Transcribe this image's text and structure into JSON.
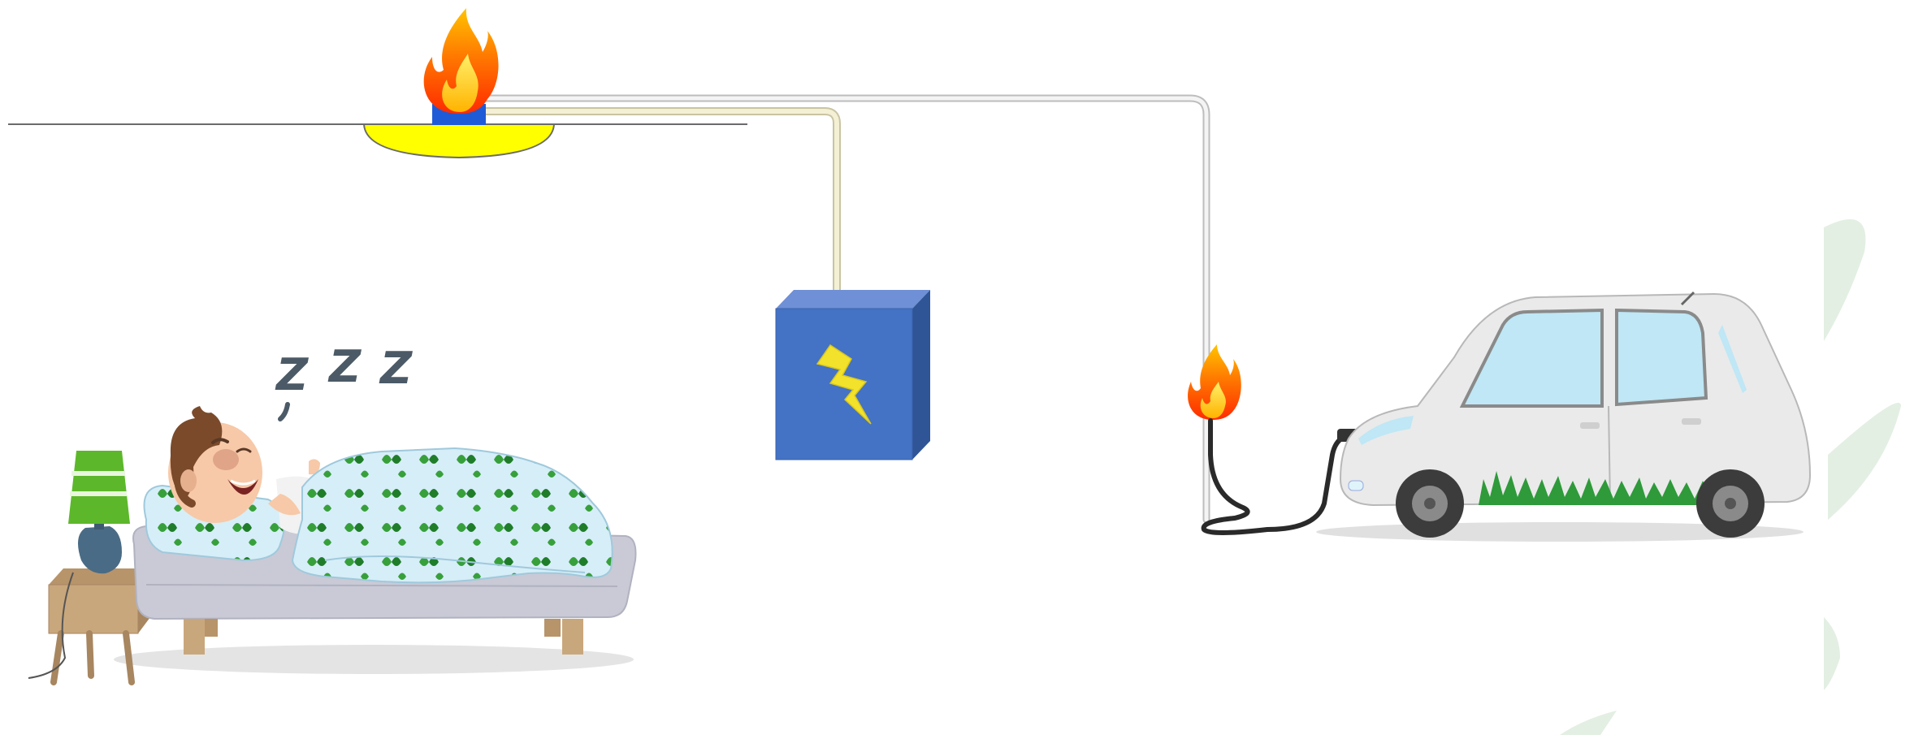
{
  "sleep_letters": [
    "Z",
    "Z",
    "Z"
  ],
  "colors": {
    "box": "#4472c4",
    "box_top": "#6f8fd6",
    "box_side": "#2f5597",
    "bolt": "#f2e22c",
    "ceiling_lamp": "#ffff00",
    "lamp_base": "#1f5bd6",
    "flame_outer": "#ff6a00",
    "flame_inner": "#ffd23a",
    "wire_to_box": "#e9e6c8",
    "wire_to_charger": "#d9d9d9",
    "car_body": "#eaeaea",
    "car_window": "#bfe7f5",
    "grass": "#2e9a3a",
    "blanket": "#cfeaf7",
    "leaf": "#3aa33d",
    "table_lamp_shade": "#5cb82a",
    "table_lamp_base": "#4a6b85",
    "nightstand": "#c9a77c",
    "bed_frame": "#c9cad6",
    "bed_leg": "#c9a77c",
    "background_leaf": "#e3efe3"
  },
  "icons": [
    "flame-icon",
    "lightning-bolt-icon",
    "charging-plug-icon"
  ]
}
